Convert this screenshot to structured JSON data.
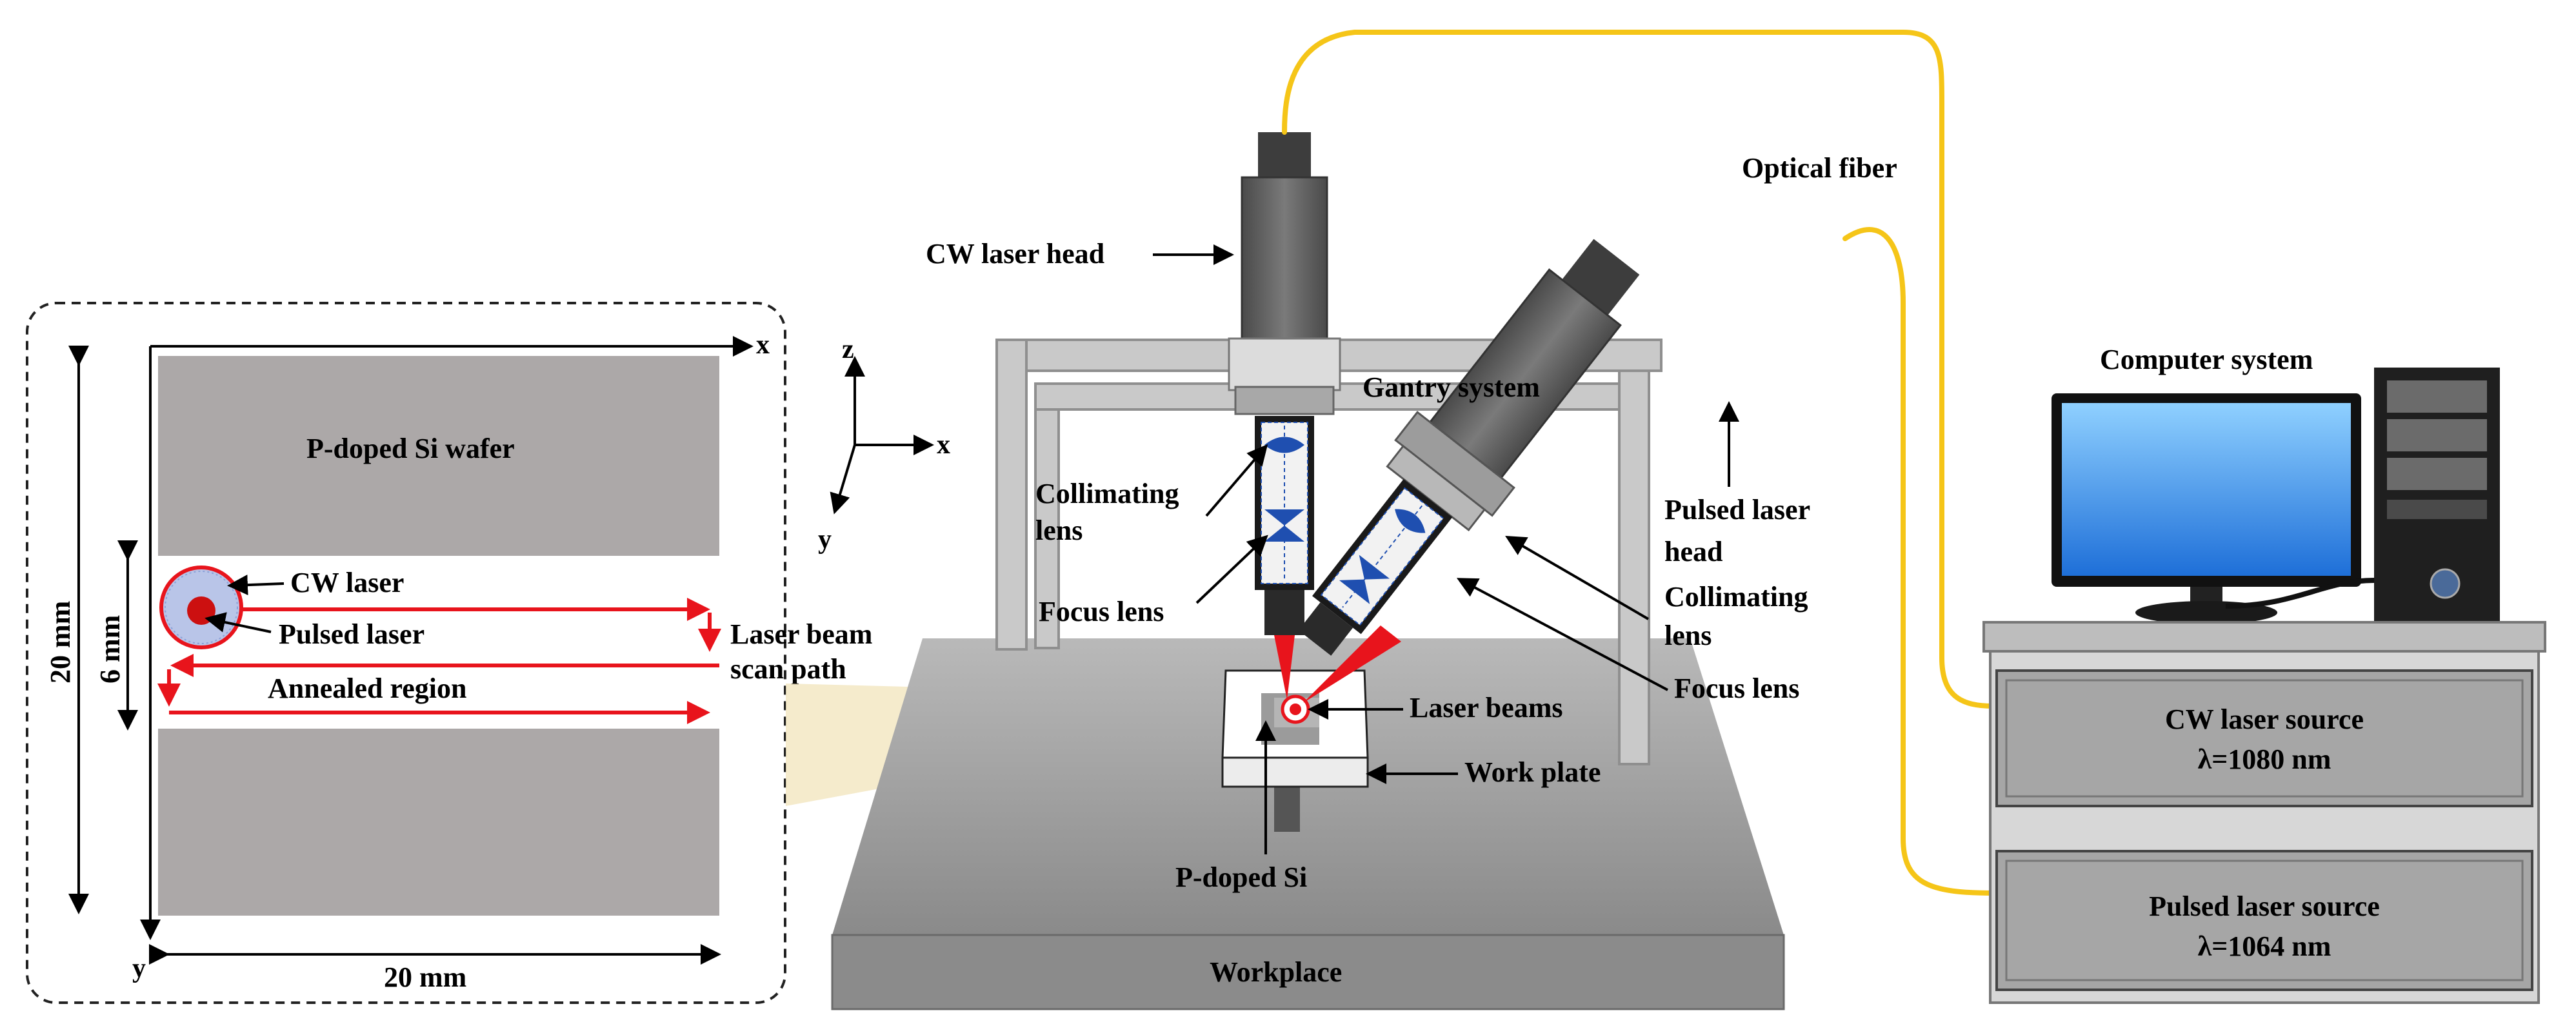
{
  "inset": {
    "axis_x": "x",
    "axis_y": "y",
    "wafer_label": "P-doped Si wafer",
    "height_dim": "20 mm",
    "strip_dim": "6 mm",
    "width_dim": "20 mm",
    "cw_laser": "CW laser",
    "pulsed_laser": "Pulsed laser",
    "annealed_region": "Annealed region",
    "scan_path_line1": "Laser beam",
    "scan_path_line2": "scan path"
  },
  "axes3d": {
    "z": "z",
    "x": "x",
    "y": "y"
  },
  "setup": {
    "cw_head": "CW laser head",
    "gantry": "Gantry system",
    "collimating_left_1": "Collimating",
    "collimating_left_2": "lens",
    "focus_left": "Focus lens",
    "laser_beams": "Laser beams",
    "work_plate": "Work plate",
    "p_doped_si": "P-doped Si",
    "workplace": "Workplace",
    "optical_fiber": "Optical fiber",
    "pulsed_head_1": "Pulsed laser",
    "pulsed_head_2": "head",
    "collimating_right_1": "Collimating",
    "collimating_right_2": "lens",
    "focus_right": "Focus lens"
  },
  "computer": {
    "label": "Computer system",
    "cw_source_1": "CW laser source",
    "cw_source_2": "λ=1080 nm",
    "pulsed_source_1": "Pulsed laser source",
    "pulsed_source_2": "λ=1064 nm"
  },
  "colors": {
    "laser_red": "#e8141c",
    "fiber_yellow": "#f5c518",
    "lens_blue": "#1f4fb0",
    "wafer_gray": "#aca8a8",
    "monitor_blue": "#1e8fe8"
  }
}
